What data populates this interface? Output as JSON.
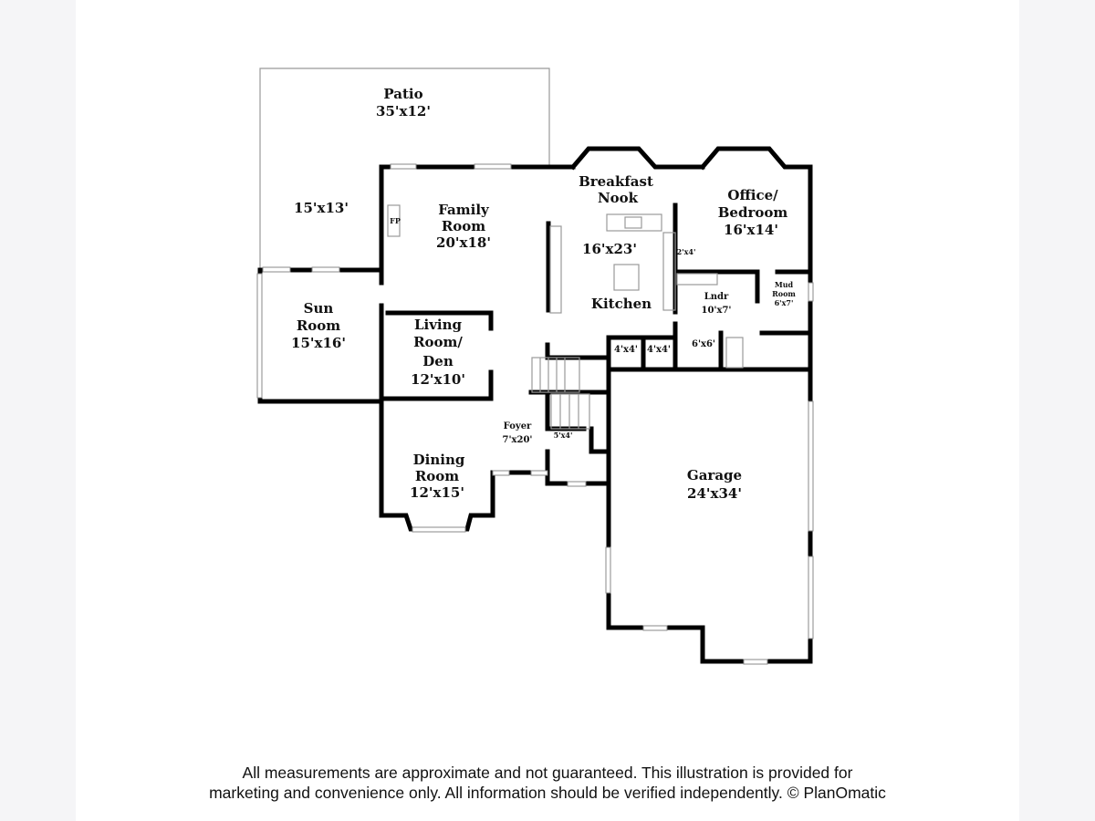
{
  "rooms": {
    "patio": {
      "name": "Patio",
      "size": "35'x12'"
    },
    "patio_area": {
      "size": "15'x13'"
    },
    "fireplace": {
      "name": "FP"
    },
    "family_room": {
      "name1": "Family",
      "name2": "Room",
      "size": "20'x18'"
    },
    "breakfast_nook": {
      "name1": "Breakfast",
      "name2": "Nook"
    },
    "kitchen": {
      "name": "Kitchen",
      "size": "16'x23'"
    },
    "office": {
      "name1": "Office/",
      "name2": "Bedroom",
      "size": "16'x14'"
    },
    "closet_small": {
      "size": "2'x4'"
    },
    "laundry": {
      "name": "Lndr",
      "size": "10'x7'"
    },
    "mud_room": {
      "name1": "Mud",
      "name2": "Room",
      "size": "6'x7'"
    },
    "sun_room": {
      "name1": "Sun",
      "name2": "Room",
      "size": "15'x16'"
    },
    "living_room": {
      "name1": "Living",
      "name2": "Room/",
      "name3": "Den",
      "size": "12'x10'"
    },
    "closet_a": {
      "size": "4'x4'"
    },
    "closet_b": {
      "size": "4'x4'"
    },
    "bath": {
      "size": "6'x6'"
    },
    "foyer": {
      "name": "Foyer",
      "size": "7'x20'"
    },
    "powder": {
      "size": "5'x4'"
    },
    "dining_room": {
      "name1": "Dining",
      "name2": "Room",
      "size": "12'x15'"
    },
    "garage": {
      "name": "Garage",
      "size": "24'x34'"
    }
  },
  "disclaimer": {
    "line1": "All measurements are approximate and not guaranteed. This illustration is provided for",
    "line2": "marketing and convenience only. All information should be verified independently. © PlanOmatic"
  }
}
